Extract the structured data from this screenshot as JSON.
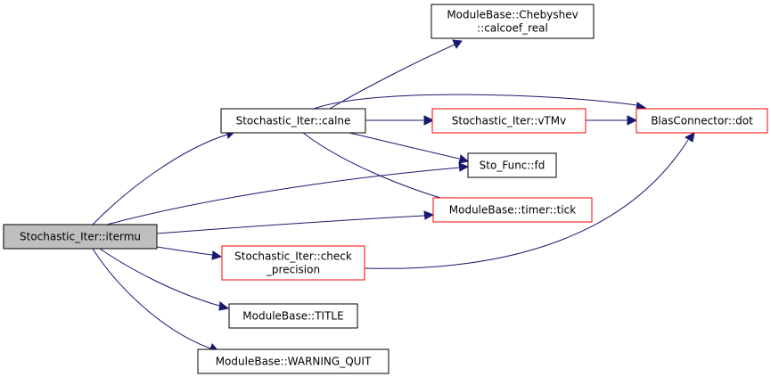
{
  "colors": {
    "edge": "#191970",
    "root_fill": "#bfbfbf",
    "node_fill": "#ffffff",
    "border_default": "#000000",
    "border_truncated": "#ff0000"
  },
  "nodes": [
    {
      "id": "itermu",
      "lines": [
        "Stochastic_Iter::itermu"
      ],
      "style": "root"
    },
    {
      "id": "calcoef",
      "lines": [
        "ModuleBase::Chebyshev",
        "::calcoef_real"
      ],
      "style": "normal"
    },
    {
      "id": "calne",
      "lines": [
        "Stochastic_Iter::calne"
      ],
      "style": "normal"
    },
    {
      "id": "vtmv",
      "lines": [
        "Stochastic_Iter::vTMv"
      ],
      "style": "truncated"
    },
    {
      "id": "dot",
      "lines": [
        "BlasConnector::dot"
      ],
      "style": "truncated"
    },
    {
      "id": "fd",
      "lines": [
        "Sto_Func::fd"
      ],
      "style": "normal"
    },
    {
      "id": "tick",
      "lines": [
        "ModuleBase::timer::tick"
      ],
      "style": "truncated"
    },
    {
      "id": "check",
      "lines": [
        "Stochastic_Iter::check",
        "_precision"
      ],
      "style": "truncated"
    },
    {
      "id": "title",
      "lines": [
        "ModuleBase::TITLE"
      ],
      "style": "normal"
    },
    {
      "id": "warning",
      "lines": [
        "ModuleBase::WARNING_QUIT"
      ],
      "style": "normal"
    }
  ],
  "edges": [
    {
      "from": "itermu",
      "to": "calne"
    },
    {
      "from": "itermu",
      "to": "fd"
    },
    {
      "from": "itermu",
      "to": "tick"
    },
    {
      "from": "itermu",
      "to": "check"
    },
    {
      "from": "itermu",
      "to": "title"
    },
    {
      "from": "itermu",
      "to": "warning"
    },
    {
      "from": "calne",
      "to": "calcoef"
    },
    {
      "from": "calne",
      "to": "dot"
    },
    {
      "from": "calne",
      "to": "vtmv"
    },
    {
      "from": "calne",
      "to": "fd"
    },
    {
      "from": "calne",
      "to": "tick"
    },
    {
      "from": "vtmv",
      "to": "dot"
    },
    {
      "from": "check",
      "to": "dot"
    }
  ]
}
